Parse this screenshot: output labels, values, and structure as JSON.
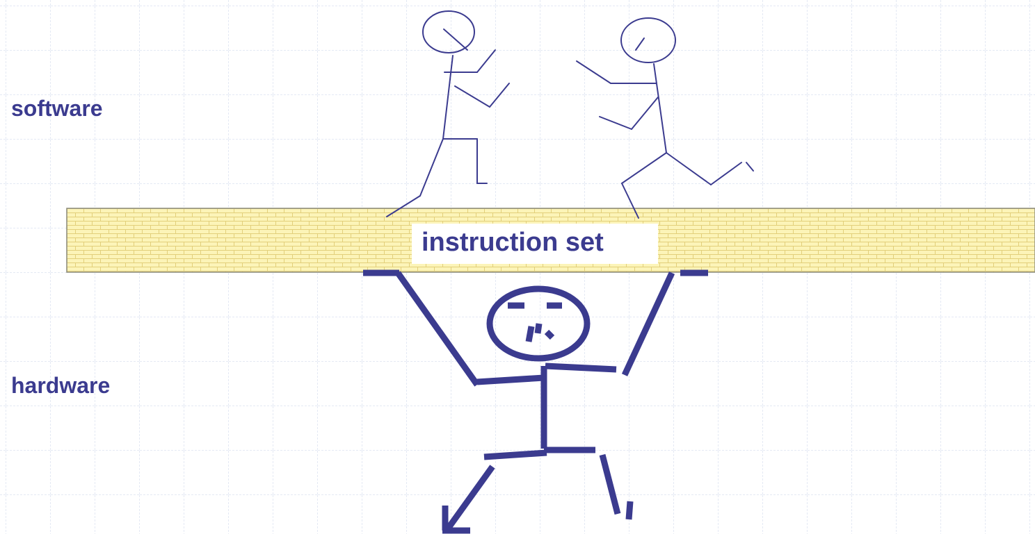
{
  "labels": {
    "software": "software",
    "hardware": "hardware",
    "instruction_set": "instruction set"
  },
  "colors": {
    "ink": "#3b3b8f",
    "brick_fill": "#fcf4b8",
    "brick_mortar": "#e2cf7a",
    "grid_line": "#c9d3ea",
    "background": "#ffffff"
  }
}
